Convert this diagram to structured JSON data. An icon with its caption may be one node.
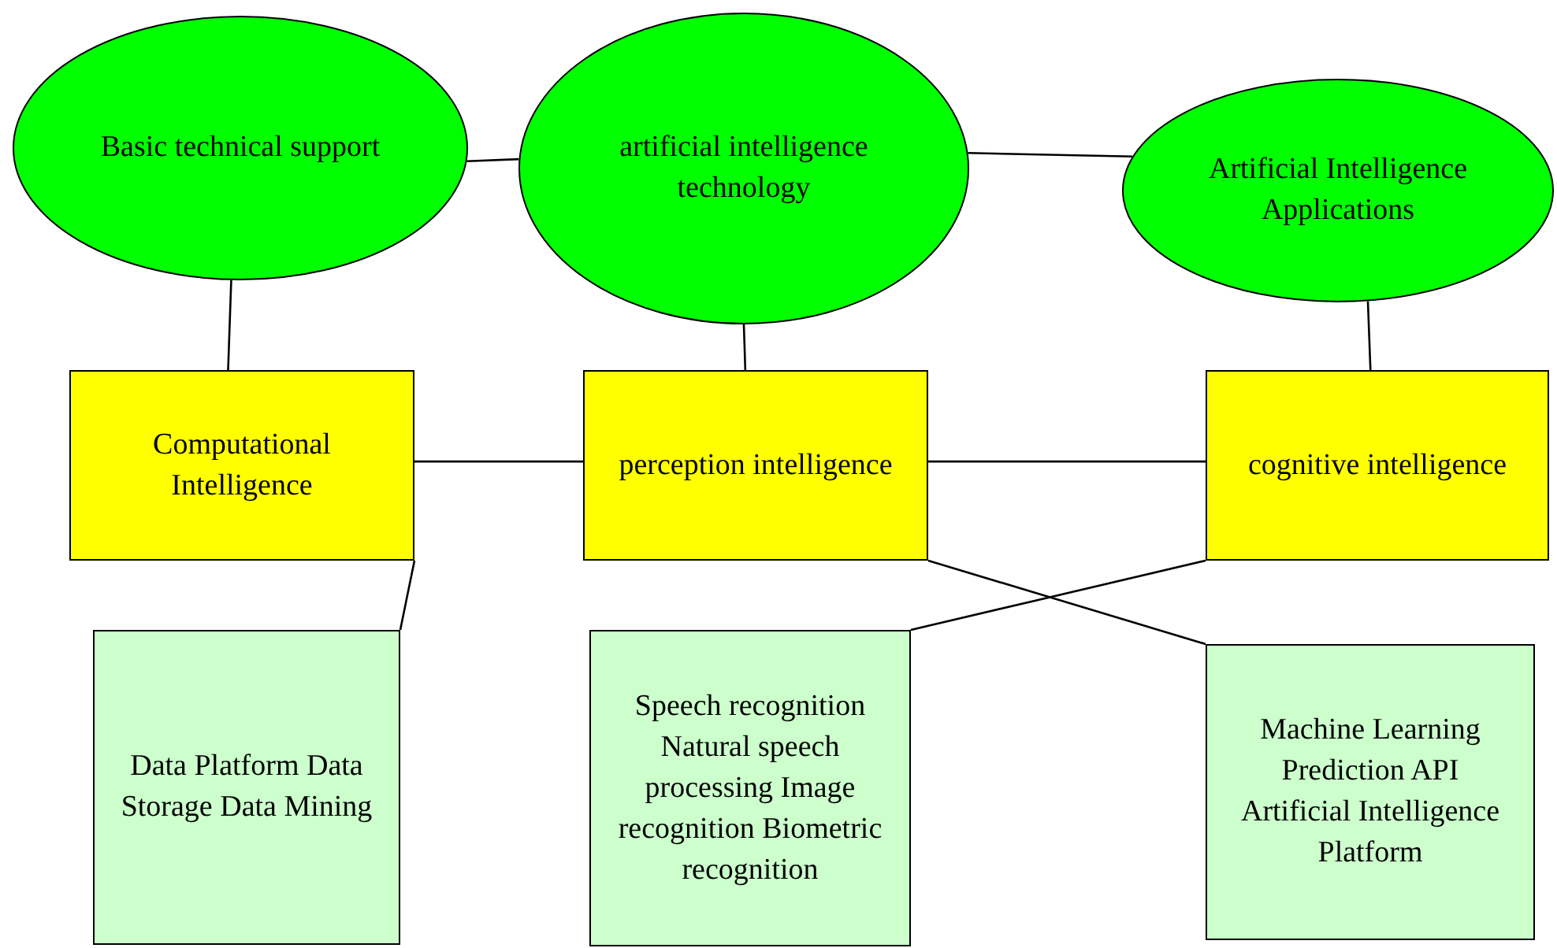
{
  "diagram": {
    "nodes": [
      {
        "text": [
          "Basic technical support"
        ]
      },
      {
        "text": [
          "artificial intelligence technology"
        ]
      },
      {
        "text": [
          "Artificial Intelligence Applications"
        ]
      },
      {
        "text": [
          "Computational Intelligence"
        ]
      },
      {
        "text": [
          "perception intelligence"
        ]
      },
      {
        "text": [
          "cognitive intelligence"
        ]
      },
      {
        "text": [
          "Data Platform Data Storage Data Mining"
        ]
      },
      {
        "text": [
          "Speech recognition Natural speech processing Image recognition Biometric recognition"
        ]
      },
      {
        "text": [
          "Machine Learning Prediction API Artificial Intelligence Platform"
        ]
      }
    ],
    "edges": [
      {
        "from": 0,
        "to": 1,
        "arrow": "none"
      },
      {
        "from": 1,
        "to": 2,
        "arrow": "none"
      },
      {
        "from": 0,
        "to": 3,
        "arrow": "none"
      },
      {
        "from": 1,
        "to": 4,
        "arrow": "none"
      },
      {
        "from": 2,
        "to": 5,
        "arrow": "none"
      },
      {
        "from": 3,
        "to": 4,
        "arrow": "none"
      },
      {
        "from": 4,
        "to": 5,
        "arrow": "none"
      },
      {
        "from": 3,
        "to": 6,
        "arrow": "none"
      },
      {
        "from": 4,
        "to": 8,
        "arrow": "none"
      },
      {
        "from": 5,
        "to": 7,
        "arrow": "none"
      }
    ]
  }
}
